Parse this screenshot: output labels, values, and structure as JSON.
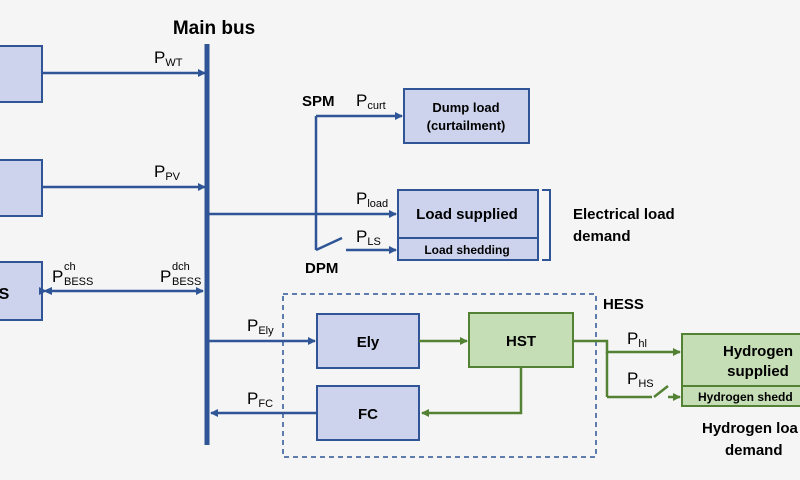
{
  "title": "Main bus",
  "signals": {
    "p_wt": {
      "main": "P",
      "sub": "WT"
    },
    "p_pv": {
      "main": "P",
      "sub": "PV"
    },
    "p_bess_ch": {
      "main": "P",
      "sub": "BESS",
      "sup": "ch"
    },
    "p_bess_dch": {
      "main": "P",
      "sub": "BESS",
      "sup": "dch"
    },
    "p_curt": {
      "main": "P",
      "sub": "curt"
    },
    "p_load": {
      "main": "P",
      "sub": "load"
    },
    "p_ls": {
      "main": "P",
      "sub": "LS"
    },
    "p_ely": {
      "main": "P",
      "sub": "Ely"
    },
    "p_fc": {
      "main": "P",
      "sub": "FC"
    },
    "p_hl": {
      "main": "P",
      "sub": "hl"
    },
    "p_hs": {
      "main": "P",
      "sub": "HS"
    }
  },
  "blocks": {
    "bess_partial": "S",
    "dump_load": [
      "Dump load",
      "(curtailment)"
    ],
    "load_supplied": "Load supplied",
    "load_shedding": "Load shedding",
    "ely": "Ely",
    "hst": "HST",
    "fc": "FC",
    "hydrogen_supplied": [
      "Hydrogen",
      "supplied"
    ],
    "hydrogen_shedding": "Hydrogen shedd"
  },
  "labels": {
    "spm": "SPM",
    "dpm": "DPM",
    "hess": "HESS",
    "electrical_demand": [
      "Electrical load",
      "demand"
    ],
    "hydrogen_demand": [
      "Hydrogen loa",
      "demand"
    ]
  },
  "colors": {
    "electric": "#2f5597",
    "hydrogen": "#548235",
    "block_blue": "#cdd3ec",
    "block_green": "#c5deb5"
  }
}
